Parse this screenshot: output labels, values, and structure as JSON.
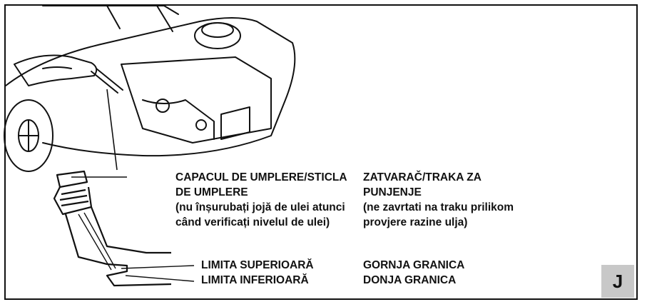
{
  "labels": {
    "ro_cap_line1": "CAPACUL DE UMPLERE/STICLA",
    "ro_cap_line2": "DE UMPLERE",
    "ro_note_line1": "(nu înșurubați jojă de ulei atunci",
    "ro_note_line2": "când verificați nivelul de ulei)",
    "hr_cap_line1": "ZATVARAČ/TRAKA ZA",
    "hr_cap_line2": "PUNJENJE",
    "hr_note_line1": "(ne zavrtati na traku prilikom",
    "hr_note_line2": "provjere razine ulja)",
    "ro_upper": "LIMITA SUPERIOARĂ",
    "ro_lower": "LIMITA INFERIOARĂ",
    "hr_upper": "GORNJA GRANICA",
    "hr_lower": "DONJA GRANICA"
  },
  "badge": "J",
  "colors": {
    "ink": "#111111",
    "badge_bg": "#c8c8c8"
  }
}
